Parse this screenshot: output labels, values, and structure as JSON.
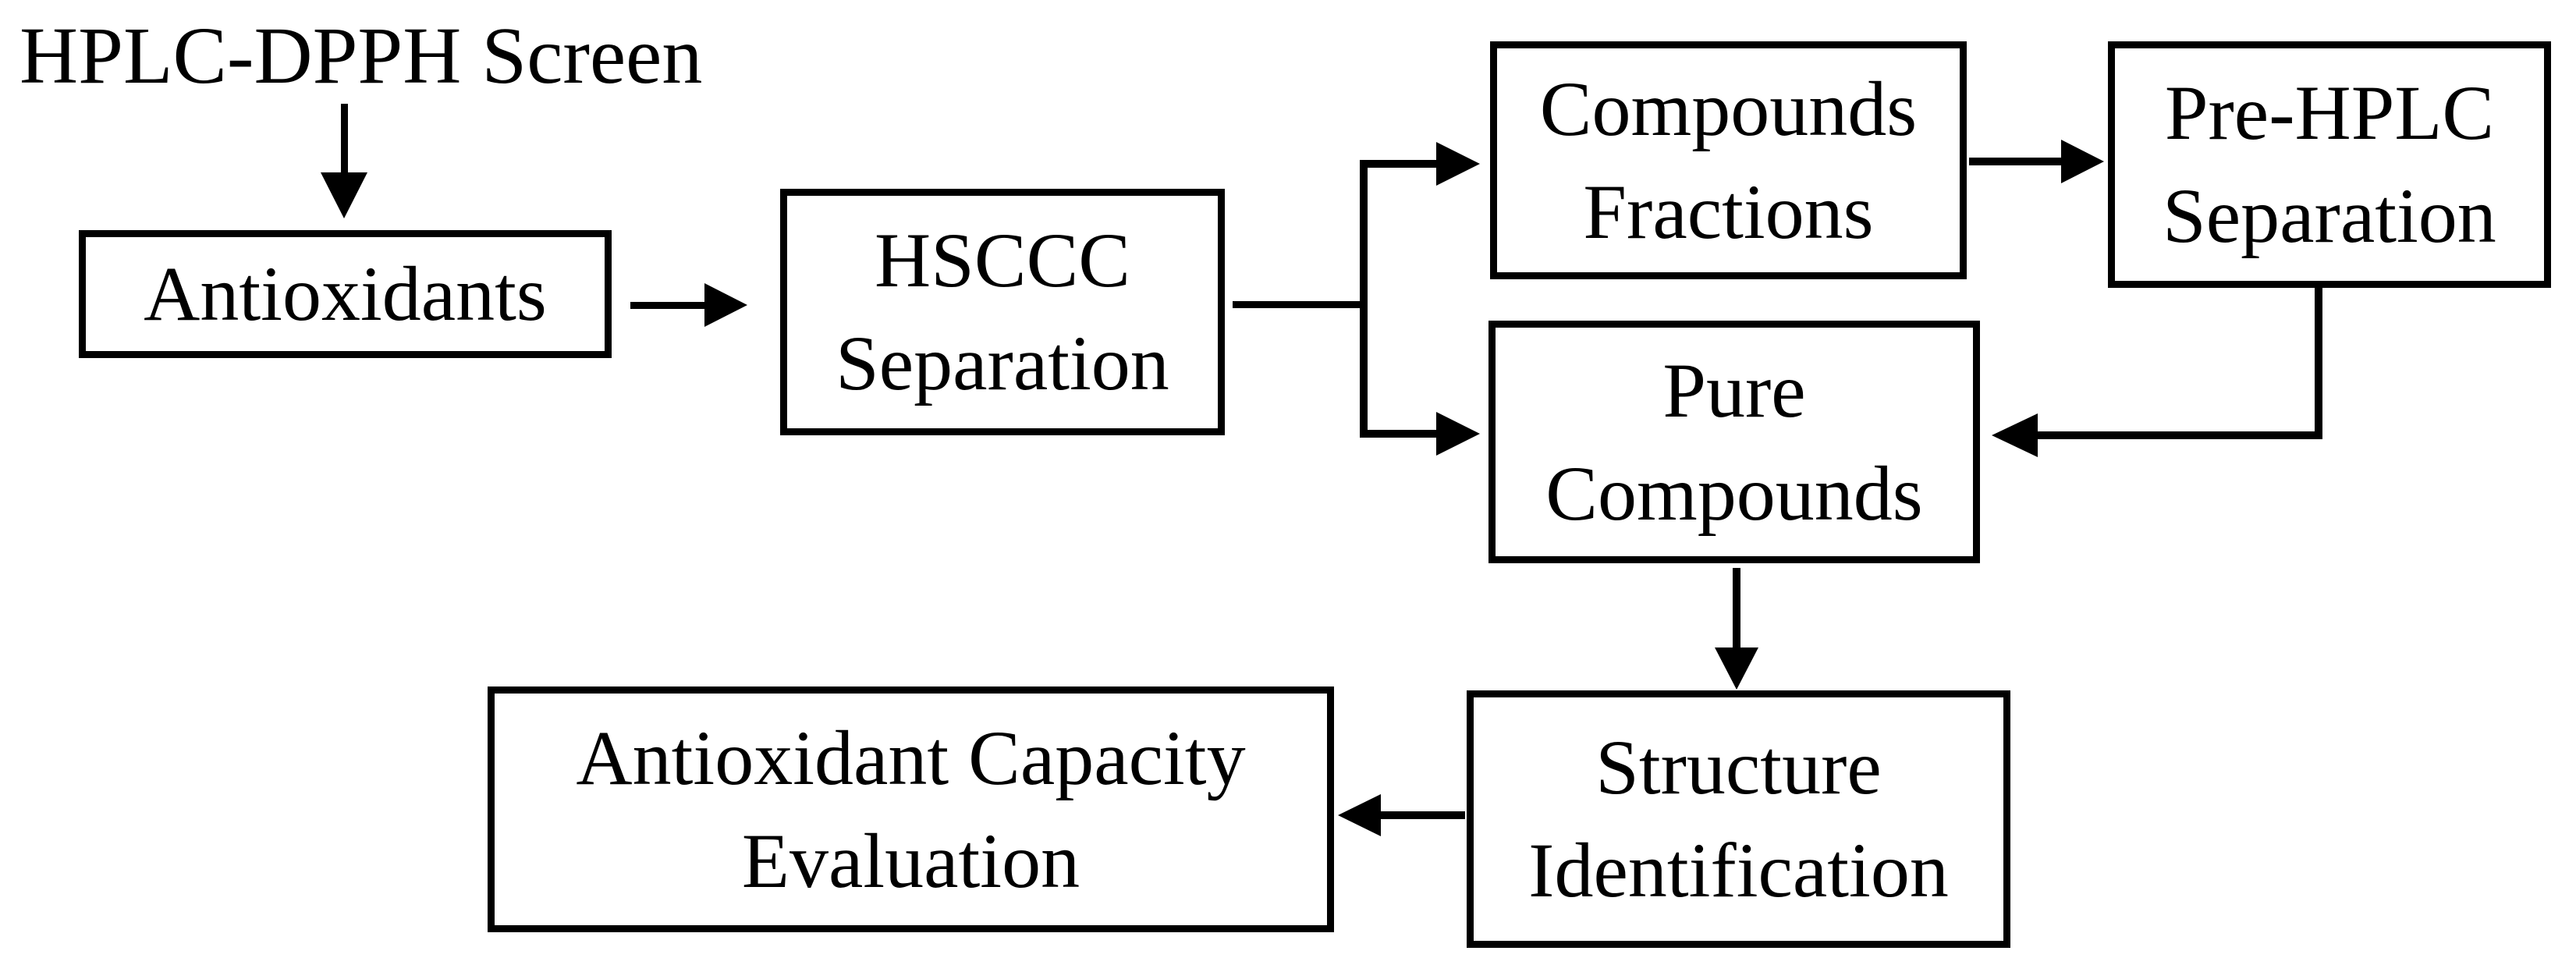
{
  "diagram": {
    "title": "HPLC-DPPH Screen",
    "nodes": {
      "antioxidants": {
        "label": "Antioxidants"
      },
      "hsccc_separation": {
        "label": "HSCCC Separation"
      },
      "compounds_fractions": {
        "label": "Compounds Fractions"
      },
      "pre_hplc_separation": {
        "label": "Pre-HPLC Separation"
      },
      "pure_compounds": {
        "label": "Pure Compounds"
      },
      "structure_identification": {
        "label": "Structure Identification"
      },
      "antioxidant_capacity_evaluation": {
        "label": "Antioxidant Capacity Evaluation"
      }
    },
    "edges": [
      {
        "from": "HPLC-DPPH Screen",
        "to": "Antioxidants"
      },
      {
        "from": "Antioxidants",
        "to": "HSCCC Separation"
      },
      {
        "from": "HSCCC Separation",
        "to": "Compounds Fractions"
      },
      {
        "from": "HSCCC Separation",
        "to": "Pure Compounds"
      },
      {
        "from": "Compounds Fractions",
        "to": "Pre-HPLC Separation"
      },
      {
        "from": "Pre-HPLC Separation",
        "to": "Pure Compounds"
      },
      {
        "from": "Pure Compounds",
        "to": "Structure Identification"
      },
      {
        "from": "Structure Identification",
        "to": "Antioxidant Capacity Evaluation"
      }
    ],
    "colors": {
      "line": "#000000",
      "box_fill": "#ffffff",
      "background": "#ffffff"
    }
  }
}
